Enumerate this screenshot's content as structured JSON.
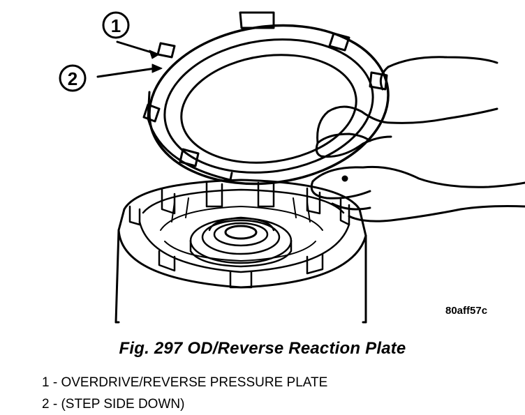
{
  "figure": {
    "callouts": [
      {
        "number": "1"
      },
      {
        "number": "2"
      }
    ],
    "reference_code": "80aff57c",
    "caption": "Fig. 297 OD/Reverse Reaction Plate",
    "legend": [
      "1 - OVERDRIVE/REVERSE PRESSURE PLATE",
      "2 - (STEP SIDE DOWN)"
    ]
  }
}
